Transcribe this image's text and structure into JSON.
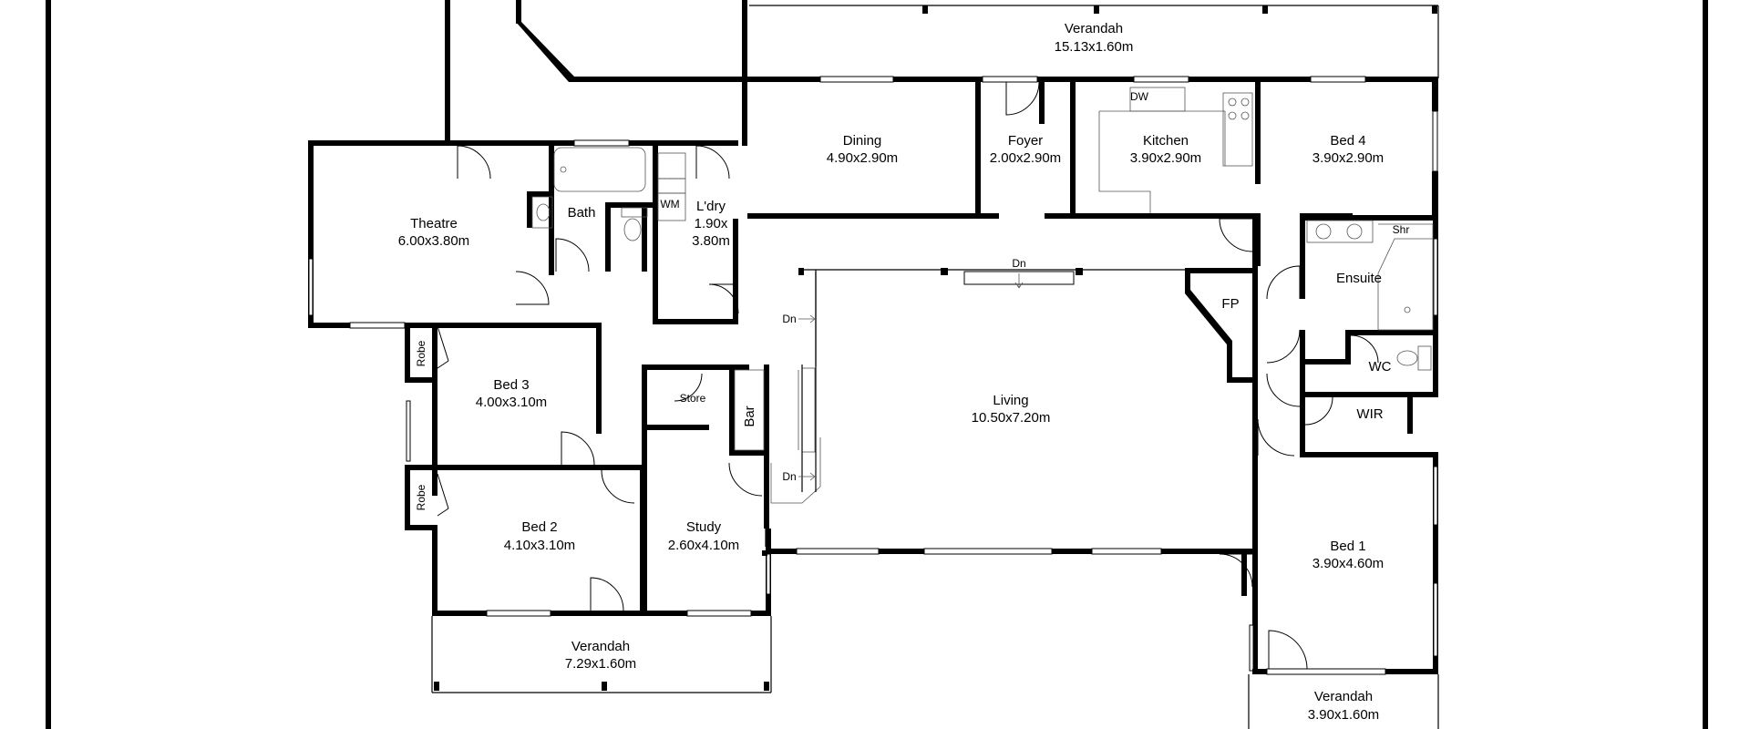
{
  "rooms": {
    "verandah_top": {
      "name": "Verandah",
      "dims": "15.13x1.60m"
    },
    "dining": {
      "name": "Dining",
      "dims": "4.90x2.90m"
    },
    "foyer": {
      "name": "Foyer",
      "dims": "2.00x2.90m"
    },
    "kitchen": {
      "name": "Kitchen",
      "dims": "3.90x2.90m"
    },
    "bed4": {
      "name": "Bed 4",
      "dims": "3.90x2.90m"
    },
    "theatre": {
      "name": "Theatre",
      "dims": "6.00x3.80m"
    },
    "bath": {
      "name": "Bath"
    },
    "laundry": {
      "name": "L'dry",
      "dims_1": "1.90x",
      "dims_2": "3.80m"
    },
    "ensuite": {
      "name": "Ensuite"
    },
    "bed3": {
      "name": "Bed 3",
      "dims": "4.00x3.10m"
    },
    "living": {
      "name": "Living",
      "dims": "10.50x7.20m"
    },
    "bed2": {
      "name": "Bed 2",
      "dims": "4.10x3.10m"
    },
    "study": {
      "name": "Study",
      "dims": "2.60x4.10m"
    },
    "bed1": {
      "name": "Bed 1",
      "dims": "3.90x4.60m"
    },
    "verandah_bottom": {
      "name": "Verandah",
      "dims": "7.29x1.60m"
    },
    "verandah_right": {
      "name": "Verandah",
      "dims": "3.90x1.60m"
    }
  },
  "fixtures": {
    "dw": "DW",
    "wm": "WM",
    "shr": "Shr",
    "fp": "FP",
    "wc": "WC",
    "wir": "WIR",
    "store": "Store",
    "bar": "Bar",
    "robe_1": "Robe",
    "robe_2": "Robe",
    "dn_living": "Dn",
    "dn_left_upper": "Dn",
    "dn_left_lower": "Dn"
  }
}
